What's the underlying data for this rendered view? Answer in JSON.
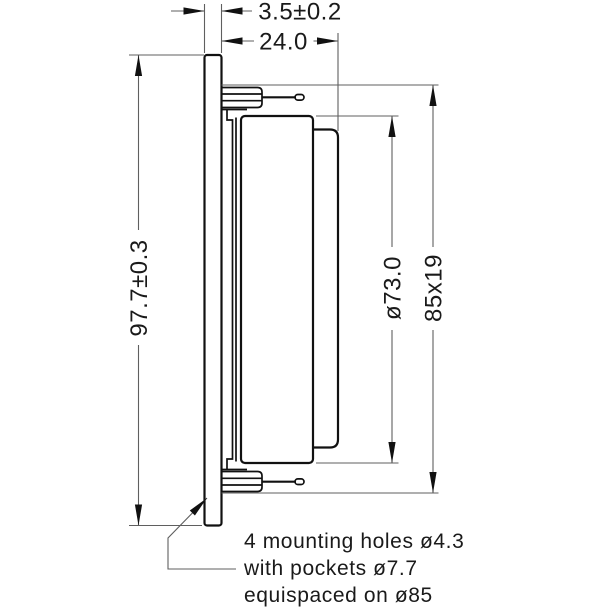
{
  "drawing": {
    "title": "loudspeaker side-view dimension drawing",
    "dimensions": {
      "flange_thickness": "3.5±0.2",
      "mounting_depth": "24.0",
      "overall_height": "97.7±0.3",
      "magnet_diameter": "ø73.0",
      "rear_section": "85x19"
    },
    "notes": [
      "4 mounting holes ø4.3",
      "with pockets ø7.7",
      "equispaced on ø85"
    ],
    "colors": {
      "object_line": "#111111",
      "dimension_line": "#5f5f5f",
      "text": "#1a1a1a",
      "background": "#ffffff"
    }
  }
}
